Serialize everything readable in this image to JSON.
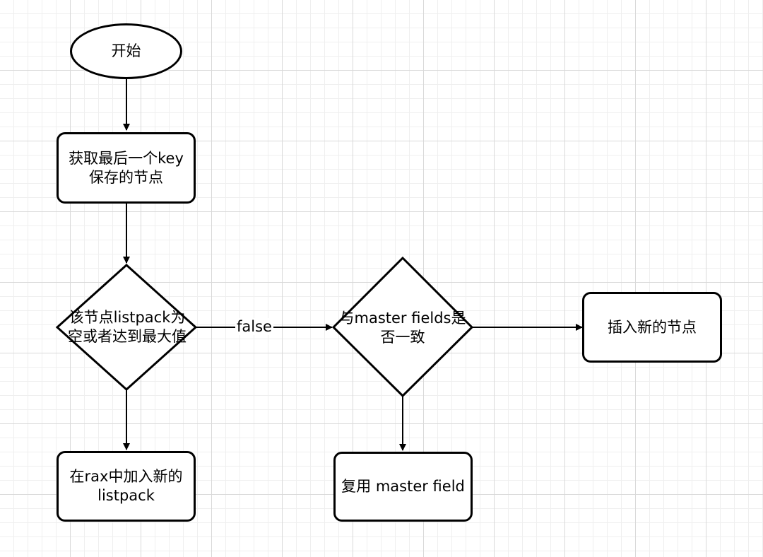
{
  "diagram": {
    "nodes": {
      "start": "开始",
      "get_last_node": "获取最后一个key\n保存的节点",
      "check_empty": "该节点listpack为\n空或者达到最大值",
      "check_master": "与master fields是\n否一致",
      "insert_node": "插入新的节点",
      "add_listpack": "在rax中加入新的\nlistpack",
      "reuse_master": "复用 master field"
    },
    "edges": {
      "empty_false": "false"
    }
  }
}
